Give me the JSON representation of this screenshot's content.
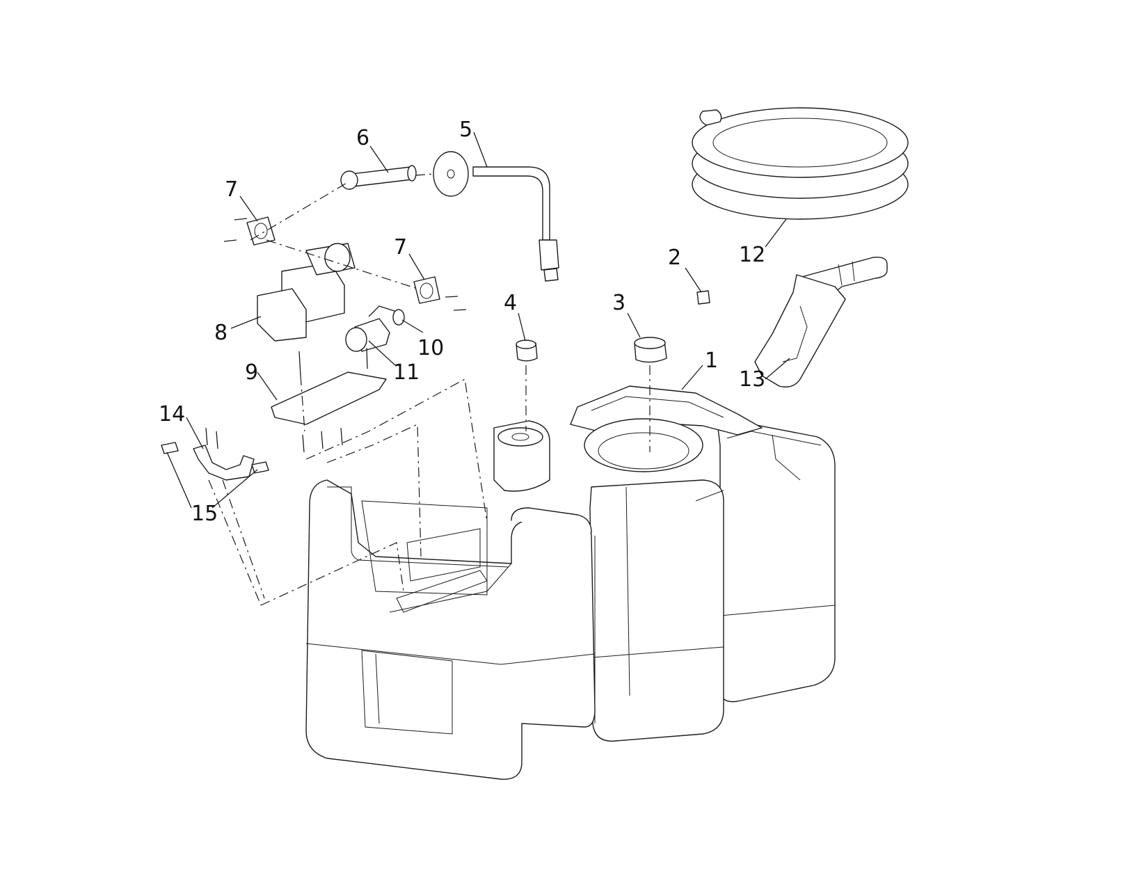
{
  "callouts": [
    {
      "id": "1",
      "label": "1"
    },
    {
      "id": "2",
      "label": "2"
    },
    {
      "id": "3",
      "label": "3"
    },
    {
      "id": "4",
      "label": "4"
    },
    {
      "id": "5",
      "label": "5"
    },
    {
      "id": "6",
      "label": "6"
    },
    {
      "id": "7a",
      "label": "7"
    },
    {
      "id": "7b",
      "label": "7"
    },
    {
      "id": "8",
      "label": "8"
    },
    {
      "id": "9",
      "label": "9"
    },
    {
      "id": "10",
      "label": "10"
    },
    {
      "id": "11",
      "label": "11"
    },
    {
      "id": "12",
      "label": "12"
    },
    {
      "id": "13",
      "label": "13"
    },
    {
      "id": "14",
      "label": "14"
    },
    {
      "id": "15",
      "label": "15"
    }
  ],
  "colors": {
    "ink": "#1a1a1a",
    "paper": "#ffffff"
  }
}
